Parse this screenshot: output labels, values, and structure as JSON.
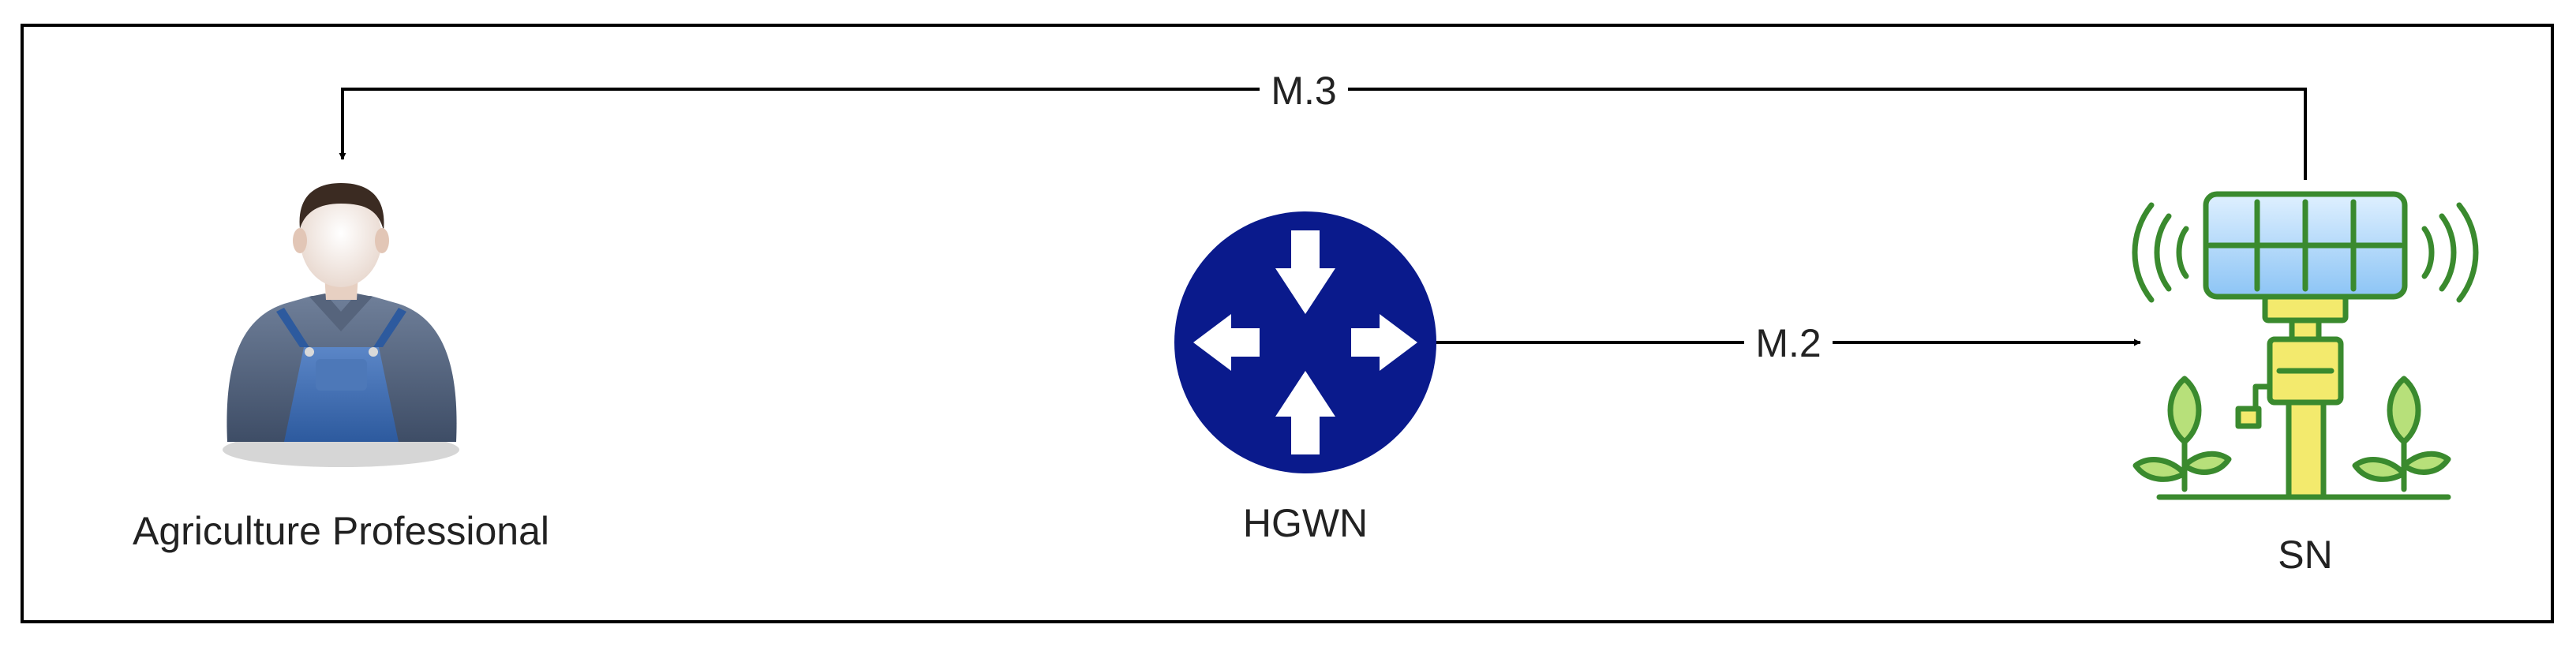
{
  "diagram": {
    "nodes": {
      "farmer": {
        "label": "Agriculture Professional",
        "icon": "farmer-person-icon"
      },
      "gateway": {
        "label": "HGWN",
        "icon": "router-icon",
        "color": "#0a1a8c"
      },
      "sensor": {
        "label": "SN",
        "icon": "smart-farm-sensor-icon",
        "color": "#3a8a2e"
      }
    },
    "edges": [
      {
        "label": "M.2",
        "from": "gateway",
        "to": "sensor"
      },
      {
        "label": "M.3",
        "from": "sensor",
        "to": "farmer"
      }
    ]
  }
}
